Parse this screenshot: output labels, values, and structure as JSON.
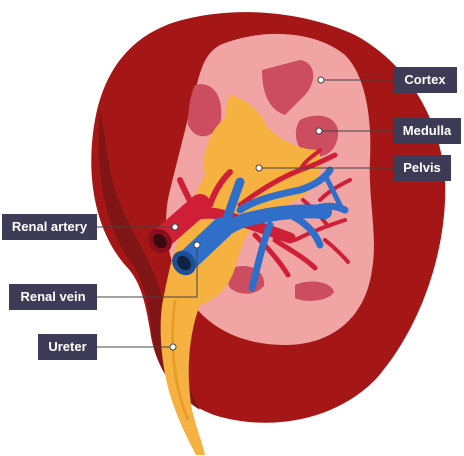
{
  "labels": {
    "cortex": "Cortex",
    "medulla": "Medulla",
    "pelvis": "Pelvis",
    "renal_artery": "Renal artery",
    "renal_vein": "Renal vein",
    "ureter": "Ureter"
  },
  "colors": {
    "outer_kidney": "#a51616",
    "outer_kidney_dark": "#7f1515",
    "cortex": "#f0a4a4",
    "medulla": "#cc4d5f",
    "pelvis_ureter": "#f5b241",
    "artery": "#cf1f37",
    "vein": "#2f6fc9",
    "label_box": "#3d3b56",
    "leader_line": "#444444"
  }
}
